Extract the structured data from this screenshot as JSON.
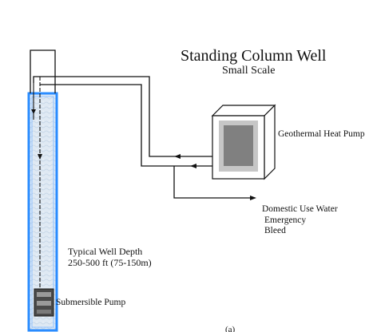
{
  "diagram": {
    "title": "Standing Column Well",
    "subtitle": "Small Scale",
    "labels": {
      "heat_pump": "Geothermal Heat Pump",
      "domestic_water": "Domestic Use Water",
      "emergency": "Emergency",
      "bleed": "Bleed",
      "well_depth": "Typical Well Depth",
      "well_depth_range": "250-500 ft (75-150m)",
      "pump": "Submersible Pump"
    },
    "figure_tag": "(a)"
  },
  "colors": {
    "well_border": "#2a8cff",
    "well_fill": "#dfe9f3",
    "pipe": "#111111",
    "heat_pump_screen": "#808080",
    "heat_pump_panel": "#c6c6c6"
  },
  "icons": {
    "water_flow_arrow": "arrowhead",
    "heat_pump": "box-3d"
  }
}
